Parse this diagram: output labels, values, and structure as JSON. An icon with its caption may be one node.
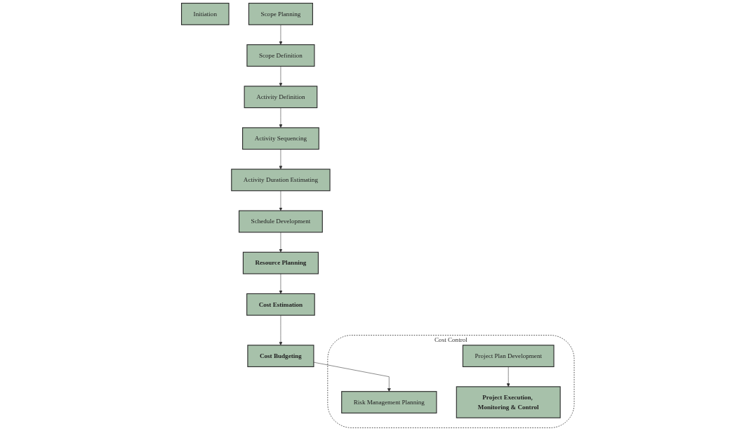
{
  "diagram": {
    "nodes": [
      {
        "text": [
          "Initiation"
        ]
      },
      {
        "text": [
          "Scope Planning"
        ]
      },
      {
        "text": [
          "Scope Definition"
        ]
      },
      {
        "text": [
          "Activity Definition"
        ]
      },
      {
        "text": [
          "Schedule Development"
        ]
      },
      {
        "text": [
          "Activity Duration Estimating"
        ]
      },
      {
        "text": [
          "Activity Sequencing"
        ]
      },
      {
        "text": [
          "Resource Planning"
        ]
      },
      {
        "text": [
          "Cost Estimation"
        ]
      },
      {
        "text": [
          "Cost Budgeting"
        ]
      },
      {
        "text": [
          "Cost Control"
        ]
      },
      {
        "text": [
          "Project Plan Development"
        ],
        "in": 10
      },
      {
        "text": [
          "Risk Management Planning"
        ],
        "in": 10
      },
      {
        "text": [
          "Project Execution, Monitoring & Control"
        ],
        "in": 10
      }
    ],
    "edges": [
      {
        "from": 1,
        "to": 2,
        "arrow": "to"
      },
      {
        "from": 2,
        "to": 3,
        "arrow": "to"
      },
      {
        "from": 3,
        "to": 6,
        "arrow": "to"
      },
      {
        "from": 6,
        "to": 5,
        "arrow": "to"
      },
      {
        "from": 5,
        "to": 4,
        "arrow": "to"
      },
      {
        "from": 4,
        "to": 7,
        "arrow": "to"
      },
      {
        "from": 7,
        "to": 8,
        "arrow": "to"
      },
      {
        "from": 8,
        "to": 9,
        "arrow": "to"
      },
      {
        "from": 9,
        "to": 12,
        "arrow": "to"
      },
      {
        "from": 11,
        "to": 13,
        "arrow": "to"
      }
    ]
  }
}
